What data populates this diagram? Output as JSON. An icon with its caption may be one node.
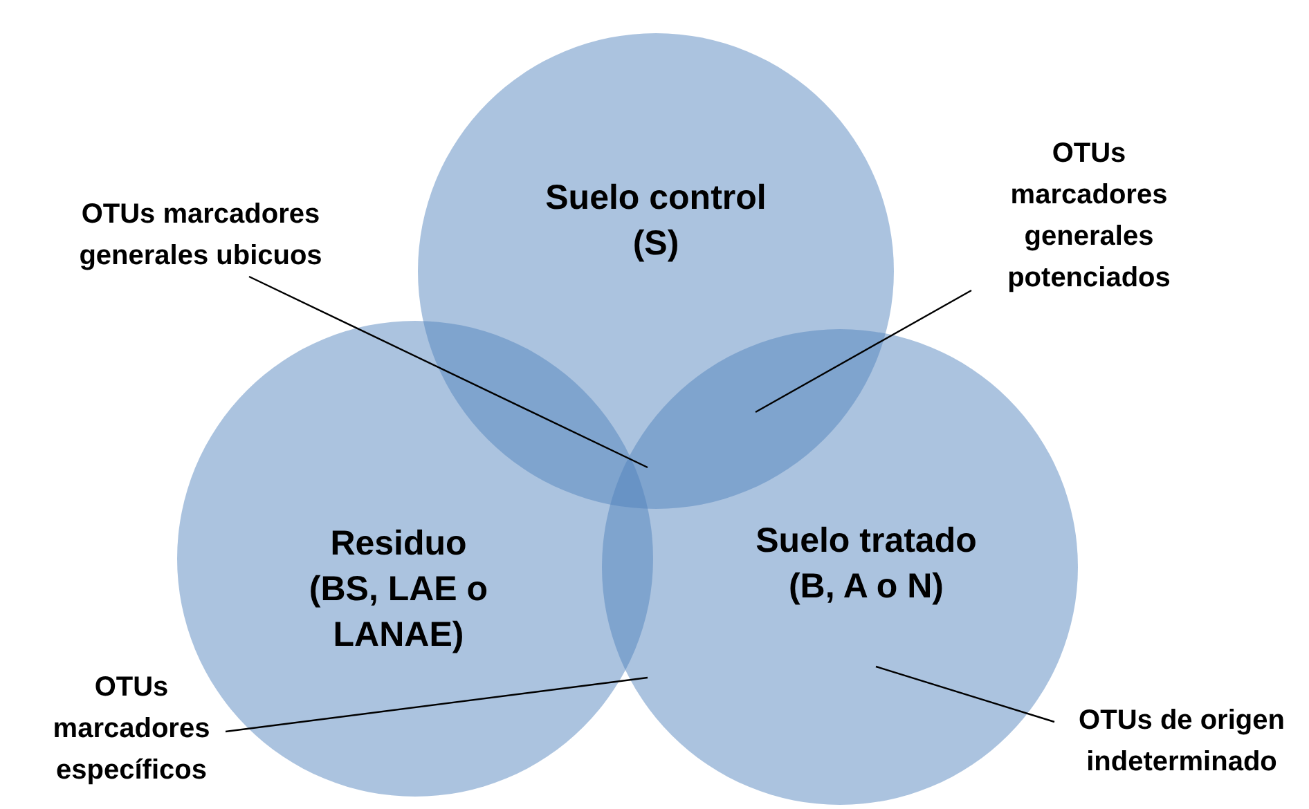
{
  "diagram": {
    "nodes": [
      {
        "text": [
          "Suelo control (S)"
        ]
      },
      {
        "text": [
          "Residuo (BS, LAE o LANAE)"
        ]
      },
      {
        "text": [
          "Suelo tratado (B, A o N)"
        ]
      },
      {
        "text": [
          "OTUs marcadores generales ubicuos"
        ]
      },
      {
        "text": [
          "OTUs marcadores generales potenciados"
        ]
      },
      {
        "text": [
          "OTUs marcadores específicos"
        ]
      },
      {
        "text": [
          "OTUs de origen indeterminado"
        ]
      }
    ],
    "edges": [
      {
        "from": 3,
        "to": 0,
        "arrow": "none"
      },
      {
        "from": 4,
        "to": 0,
        "arrow": "none"
      },
      {
        "from": 5,
        "to": 1,
        "arrow": "none"
      },
      {
        "from": 6,
        "to": 2,
        "arrow": "none"
      }
    ]
  }
}
